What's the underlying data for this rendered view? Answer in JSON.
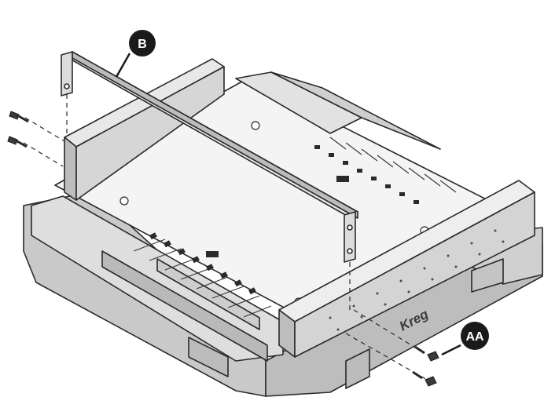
{
  "callouts": {
    "bar": "B",
    "screws": "AA"
  },
  "logo": "Kreg",
  "colors": {
    "line": "#2a2a2a",
    "face_light": "#f2f2f2",
    "face_mid": "#d8d8d8",
    "face_dark": "#a9a9a9",
    "callout_fill": "#1a1a1a"
  }
}
